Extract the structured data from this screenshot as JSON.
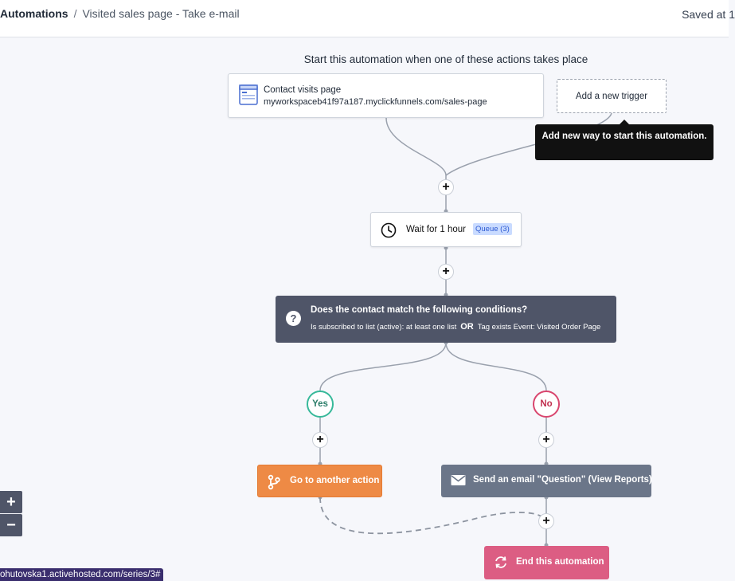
{
  "header": {
    "breadcrumb_root": "Automations",
    "breadcrumb_separator": "/",
    "breadcrumb_current": "Visited sales page - Take e-mail",
    "saved_status": "Saved at 1"
  },
  "canvas": {
    "heading": "Start this automation when one of these actions takes place",
    "trigger": {
      "title": "Contact visits page",
      "url": "myworkspaceb41f97a187.myclickfunnels.com/sales-page",
      "icon": "webpage-icon"
    },
    "add_trigger_label": "Add a new trigger",
    "tooltip_text": "Add new way to start this automation.",
    "plus_symbol": "+",
    "wait": {
      "label": "Wait for 1 hour",
      "queue_badge": "Queue (3)",
      "icon": "clock-icon"
    },
    "condition": {
      "icon_text": "?",
      "title": "Does the contact match the following conditions?",
      "detail_left": "Is subscribed to list (active): at least one list",
      "operator": "OR",
      "detail_right": "Tag exists Event: Visited Order Page"
    },
    "branches": {
      "yes": "Yes",
      "no": "No"
    },
    "actions": {
      "goto": {
        "label": "Go to another action",
        "icon": "branch-icon",
        "color": "#ee8a45"
      },
      "email": {
        "label": "Send an email \"Question\" (View Reports)",
        "icon": "envelope-icon",
        "color": "#6b7689"
      },
      "end": {
        "label": "End this automation",
        "icon": "sync-icon",
        "color": "#dc5d83"
      }
    }
  },
  "zoom": {
    "in_symbol": "+",
    "out_symbol": "−"
  },
  "status_bar_url": "ohutovska1.activehosted.com/series/3#",
  "colors": {
    "yes_branch": "#37b99a",
    "no_branch": "#d9466e",
    "condition_bg": "#4f5568",
    "link_color": "#3a2e6e"
  }
}
